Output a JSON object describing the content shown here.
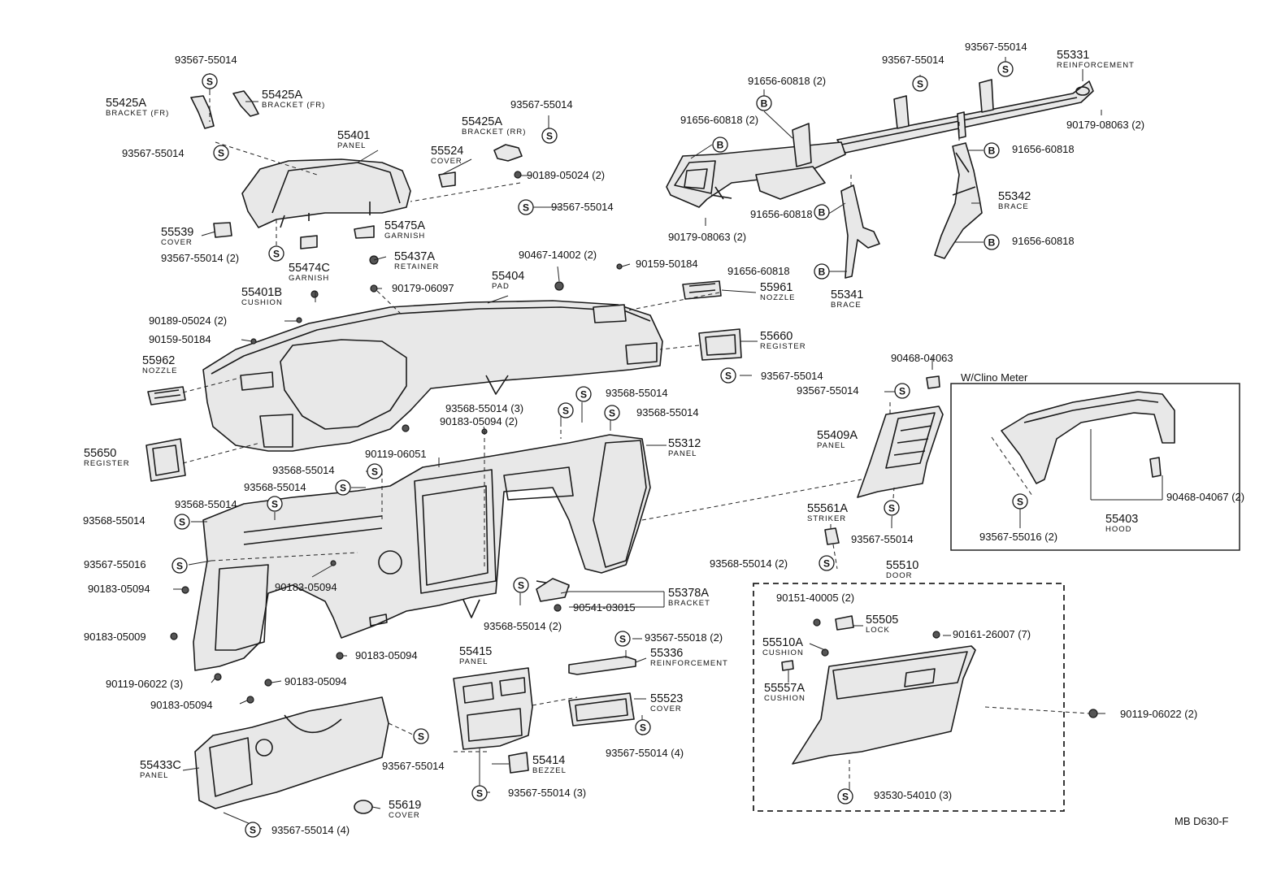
{
  "title_ref": "MB D630-F",
  "inset_title": "W/Clino Meter",
  "callouts": [
    {
      "id": "c1",
      "num": "93567-55014",
      "name": "",
      "sym": "S"
    },
    {
      "id": "c2",
      "num": "55425A",
      "name": "BRACKET (FR)",
      "sym": ""
    },
    {
      "id": "c3",
      "num": "55425A",
      "name": "BRACKET (FR)",
      "sym": ""
    },
    {
      "id": "c4",
      "num": "93567-55014",
      "name": "",
      "sym": "S"
    },
    {
      "id": "c5",
      "num": "55401",
      "name": "PANEL",
      "sym": ""
    },
    {
      "id": "c6",
      "num": "55425A",
      "name": "BRACKET (RR)",
      "sym": ""
    },
    {
      "id": "c7",
      "num": "93567-55014",
      "name": "",
      "sym": "S"
    },
    {
      "id": "c8",
      "num": "55524",
      "name": "COVER",
      "sym": ""
    },
    {
      "id": "c9",
      "num": "90189-05024 (2)",
      "name": "",
      "sym": ""
    },
    {
      "id": "c10",
      "num": "93567-55014",
      "name": "",
      "sym": "S"
    },
    {
      "id": "c11",
      "num": "55539",
      "name": "COVER",
      "sym": ""
    },
    {
      "id": "c12",
      "num": "55475A",
      "name": "GARNISH",
      "sym": ""
    },
    {
      "id": "c13",
      "num": "93567-55014 (2)",
      "name": "",
      "sym": "S"
    },
    {
      "id": "c14",
      "num": "55474C",
      "name": "GARNISH",
      "sym": ""
    },
    {
      "id": "c15",
      "num": "55437A",
      "name": "RETAINER",
      "sym": ""
    },
    {
      "id": "c16",
      "num": "90179-06097",
      "name": "",
      "sym": ""
    },
    {
      "id": "c17",
      "num": "90467-14002 (2)",
      "name": "",
      "sym": ""
    },
    {
      "id": "c18",
      "num": "90159-50184",
      "name": "",
      "sym": ""
    },
    {
      "id": "c19",
      "num": "55404",
      "name": "PAD",
      "sym": ""
    },
    {
      "id": "c20",
      "num": "55401B",
      "name": "CUSHION",
      "sym": ""
    },
    {
      "id": "c21",
      "num": "90189-05024 (2)",
      "name": "",
      "sym": ""
    },
    {
      "id": "c22",
      "num": "90159-50184",
      "name": "",
      "sym": ""
    },
    {
      "id": "c23",
      "num": "55962",
      "name": "NOZZLE",
      "sym": ""
    },
    {
      "id": "c24",
      "num": "55961",
      "name": "NOZZLE",
      "sym": ""
    },
    {
      "id": "c25",
      "num": "55660",
      "name": "REGISTER",
      "sym": ""
    },
    {
      "id": "c26",
      "num": "93567-55014",
      "name": "",
      "sym": "S"
    },
    {
      "id": "c27",
      "num": "93567-55014",
      "name": "",
      "sym": "S"
    },
    {
      "id": "c28",
      "num": "93567-55014",
      "name": "",
      "sym": "S"
    },
    {
      "id": "c29",
      "num": "55331",
      "name": "REINFORCEMENT",
      "sym": ""
    },
    {
      "id": "c30",
      "num": "91656-60818 (2)",
      "name": "",
      "sym": "B"
    },
    {
      "id": "c31",
      "num": "91656-60818 (2)",
      "name": "",
      "sym": "B"
    },
    {
      "id": "c32",
      "num": "90179-08063 (2)",
      "name": "",
      "sym": ""
    },
    {
      "id": "c33",
      "num": "91656-60818",
      "name": "",
      "sym": "B"
    },
    {
      "id": "c34",
      "num": "55342",
      "name": "BRACE",
      "sym": ""
    },
    {
      "id": "c35",
      "num": "91656-60818",
      "name": "",
      "sym": "B"
    },
    {
      "id": "c36",
      "num": "91656-60818",
      "name": "",
      "sym": "B"
    },
    {
      "id": "c37",
      "num": "90179-08063 (2)",
      "name": "",
      "sym": ""
    },
    {
      "id": "c38",
      "num": "91656-60818",
      "name": "",
      "sym": "B"
    },
    {
      "id": "c39",
      "num": "55341",
      "name": "BRACE",
      "sym": ""
    },
    {
      "id": "c40",
      "num": "93568-55014",
      "name": "",
      "sym": "S"
    },
    {
      "id": "c41",
      "num": "93568-55014 (3)",
      "name": "",
      "sym": "S"
    },
    {
      "id": "c42",
      "num": "90183-05094 (2)",
      "name": "",
      "sym": ""
    },
    {
      "id": "c43",
      "num": "93568-55014",
      "name": "",
      "sym": "S"
    },
    {
      "id": "c44",
      "num": "55312",
      "name": "PANEL",
      "sym": ""
    },
    {
      "id": "c45",
      "num": "90119-06051",
      "name": "",
      "sym": ""
    },
    {
      "id": "c46",
      "num": "93568-55014",
      "name": "",
      "sym": "S"
    },
    {
      "id": "c47",
      "num": "93568-55014",
      "name": "",
      "sym": "S"
    },
    {
      "id": "c48",
      "num": "93568-55014",
      "name": "",
      "sym": "S"
    },
    {
      "id": "c49",
      "num": "93568-55014",
      "name": "",
      "sym": "S"
    },
    {
      "id": "c50",
      "num": "55650",
      "name": "REGISTER",
      "sym": ""
    },
    {
      "id": "c51",
      "num": "93567-55016",
      "name": "",
      "sym": "S"
    },
    {
      "id": "c52",
      "num": "90183-05094",
      "name": "",
      "sym": ""
    },
    {
      "id": "c53",
      "num": "90183-05094",
      "name": "",
      "sym": ""
    },
    {
      "id": "c54",
      "num": "90183-05009",
      "name": "",
      "sym": ""
    },
    {
      "id": "c55",
      "num": "90183-05094",
      "name": "",
      "sym": ""
    },
    {
      "id": "c56",
      "num": "90119-06022 (3)",
      "name": "",
      "sym": ""
    },
    {
      "id": "c57",
      "num": "90183-05094",
      "name": "",
      "sym": ""
    },
    {
      "id": "c58",
      "num": "90183-05094",
      "name": "",
      "sym": ""
    },
    {
      "id": "c59",
      "num": "55433C",
      "name": "PANEL",
      "sym": ""
    },
    {
      "id": "c60",
      "num": "93567-55014",
      "name": "",
      "sym": "S"
    },
    {
      "id": "c61",
      "num": "55619",
      "name": "COVER",
      "sym": ""
    },
    {
      "id": "c62",
      "num": "93567-55014 (4)",
      "name": "",
      "sym": "S"
    },
    {
      "id": "c63",
      "num": "55415",
      "name": "PANEL",
      "sym": ""
    },
    {
      "id": "c64",
      "num": "55414",
      "name": "BEZZEL",
      "sym": ""
    },
    {
      "id": "c65",
      "num": "93567-55014 (3)",
      "name": "",
      "sym": "S"
    },
    {
      "id": "c66",
      "num": "55523",
      "name": "COVER",
      "sym": ""
    },
    {
      "id": "c67",
      "num": "93567-55014 (4)",
      "name": "",
      "sym": "S"
    },
    {
      "id": "c68",
      "num": "93567-55018 (2)",
      "name": "",
      "sym": "S"
    },
    {
      "id": "c69",
      "num": "55336",
      "name": "REINFORCEMENT",
      "sym": ""
    },
    {
      "id": "c70",
      "num": "55378A",
      "name": "BRACKET",
      "sym": ""
    },
    {
      "id": "c71",
      "num": "90541-03015",
      "name": "",
      "sym": ""
    },
    {
      "id": "c72",
      "num": "93568-55014 (2)",
      "name": "",
      "sym": "S"
    },
    {
      "id": "c73",
      "num": "90468-04063",
      "name": "",
      "sym": ""
    },
    {
      "id": "c74",
      "num": "93567-55014",
      "name": "",
      "sym": "S"
    },
    {
      "id": "c75",
      "num": "55409A",
      "name": "PANEL",
      "sym": ""
    },
    {
      "id": "c76",
      "num": "55561A",
      "name": "STRIKER",
      "sym": ""
    },
    {
      "id": "c77",
      "num": "93567-55014",
      "name": "",
      "sym": "S"
    },
    {
      "id": "c78",
      "num": "93568-55014 (2)",
      "name": "",
      "sym": "S"
    },
    {
      "id": "c79",
      "num": "55510",
      "name": "DOOR",
      "sym": ""
    },
    {
      "id": "c80",
      "num": "90151-40005 (2)",
      "name": "",
      "sym": ""
    },
    {
      "id": "c81",
      "num": "55505",
      "name": "LOCK",
      "sym": ""
    },
    {
      "id": "c82",
      "num": "55510A",
      "name": "CUSHION",
      "sym": ""
    },
    {
      "id": "c83",
      "num": "90161-26007 (7)",
      "name": "",
      "sym": ""
    },
    {
      "id": "c84",
      "num": "55557A",
      "name": "CUSHION",
      "sym": ""
    },
    {
      "id": "c85",
      "num": "90119-06022 (2)",
      "name": "",
      "sym": ""
    },
    {
      "id": "c86",
      "num": "93530-54010 (3)",
      "name": "",
      "sym": "S"
    },
    {
      "id": "c87",
      "num": "90468-04067 (2)",
      "name": "",
      "sym": ""
    },
    {
      "id": "c88",
      "num": "55403",
      "name": "HOOD",
      "sym": ""
    },
    {
      "id": "c89",
      "num": "93567-55016 (2)",
      "name": "",
      "sym": "S"
    }
  ]
}
